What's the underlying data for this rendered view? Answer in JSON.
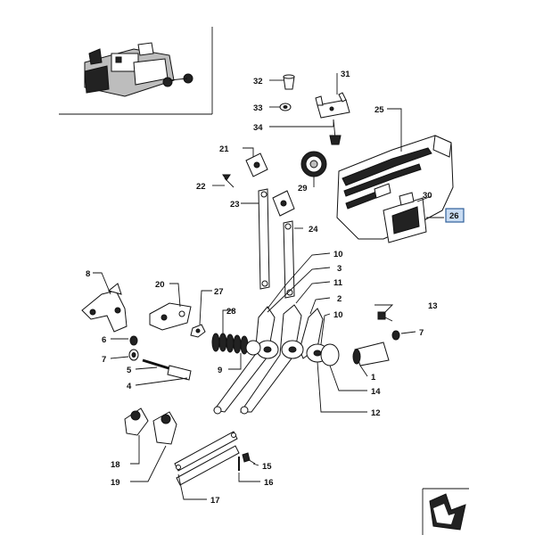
{
  "callouts": {
    "c1": "1",
    "c2": "2",
    "c3": "3",
    "c4": "4",
    "c5": "5",
    "c6": "6",
    "c7a": "7",
    "c7b": "7",
    "c8": "8",
    "c9": "9",
    "c10a": "10",
    "c10b": "10",
    "c11": "11",
    "c12": "12",
    "c13": "13",
    "c14": "14",
    "c15": "15",
    "c16": "16",
    "c17": "17",
    "c18": "18",
    "c19": "19",
    "c20": "20",
    "c21": "21",
    "c22": "22",
    "c23": "23",
    "c24": "24",
    "c25": "25",
    "c26": "26",
    "c27": "27",
    "c28": "28",
    "c29": "29",
    "c30": "30",
    "c31": "31",
    "c32": "32",
    "c33": "33",
    "c34": "34"
  },
  "highlight": {
    "part": "26",
    "color": "#c9dcf2"
  }
}
